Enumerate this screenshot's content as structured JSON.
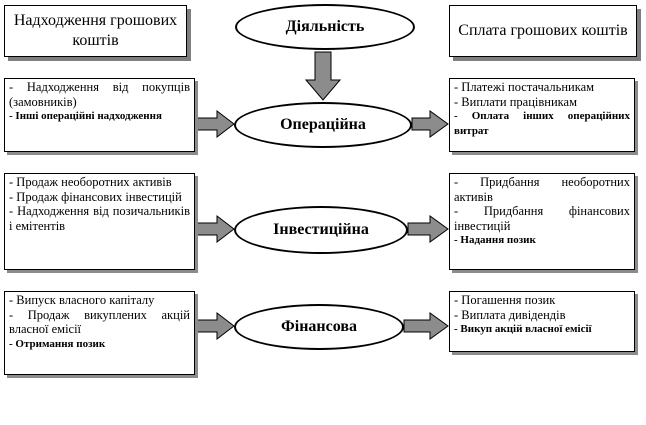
{
  "headers": {
    "inflows": "Надходження грошових коштів",
    "activity": "Діяльність",
    "outflows": "Сплата грошових коштів"
  },
  "rows": [
    {
      "activity": "Операційна",
      "inflows": [
        {
          "text": "- Надходження від покупців (замовників)",
          "bold": false
        },
        {
          "text": "- Інші операційні надходження",
          "bold": true
        }
      ],
      "outflows": [
        {
          "text": "- Платежі постачальникам",
          "bold": false
        },
        {
          "text": "- Виплати працівникам",
          "bold": false
        },
        {
          "text": "- Оплата інших операційних витрат",
          "bold": true
        }
      ]
    },
    {
      "activity": "Інвестиційна",
      "inflows": [
        {
          "text": "- Продаж необоротних активів",
          "bold": false
        },
        {
          "text": "- Продаж фінансових інвестицій",
          "bold": false
        },
        {
          "text": "- Надходження від позичальників і емітентів",
          "bold": false
        }
      ],
      "outflows": [
        {
          "text": "- Придбання необоротних активів",
          "bold": false
        },
        {
          "text": "- Придбання фінансових інвестицій",
          "bold": false
        },
        {
          "text": "- Надання позик",
          "bold": true
        }
      ]
    },
    {
      "activity": "Фінансова",
      "inflows": [
        {
          "text": "- Випуск власного капіталу",
          "bold": false
        },
        {
          "text": "- Продаж викуплених акцій власної емісії",
          "bold": false
        },
        {
          "text": "- Отримання позик",
          "bold": true
        }
      ],
      "outflows": [
        {
          "text": "- Погашення позик",
          "bold": false
        },
        {
          "text": "- Виплата дивідендів",
          "bold": false
        },
        {
          "text": "- Викуп акцій власної емісії",
          "bold": true
        }
      ]
    }
  ],
  "colors": {
    "arrow_fill": "#8c8c8c",
    "shadow": "#7f7f7f"
  }
}
